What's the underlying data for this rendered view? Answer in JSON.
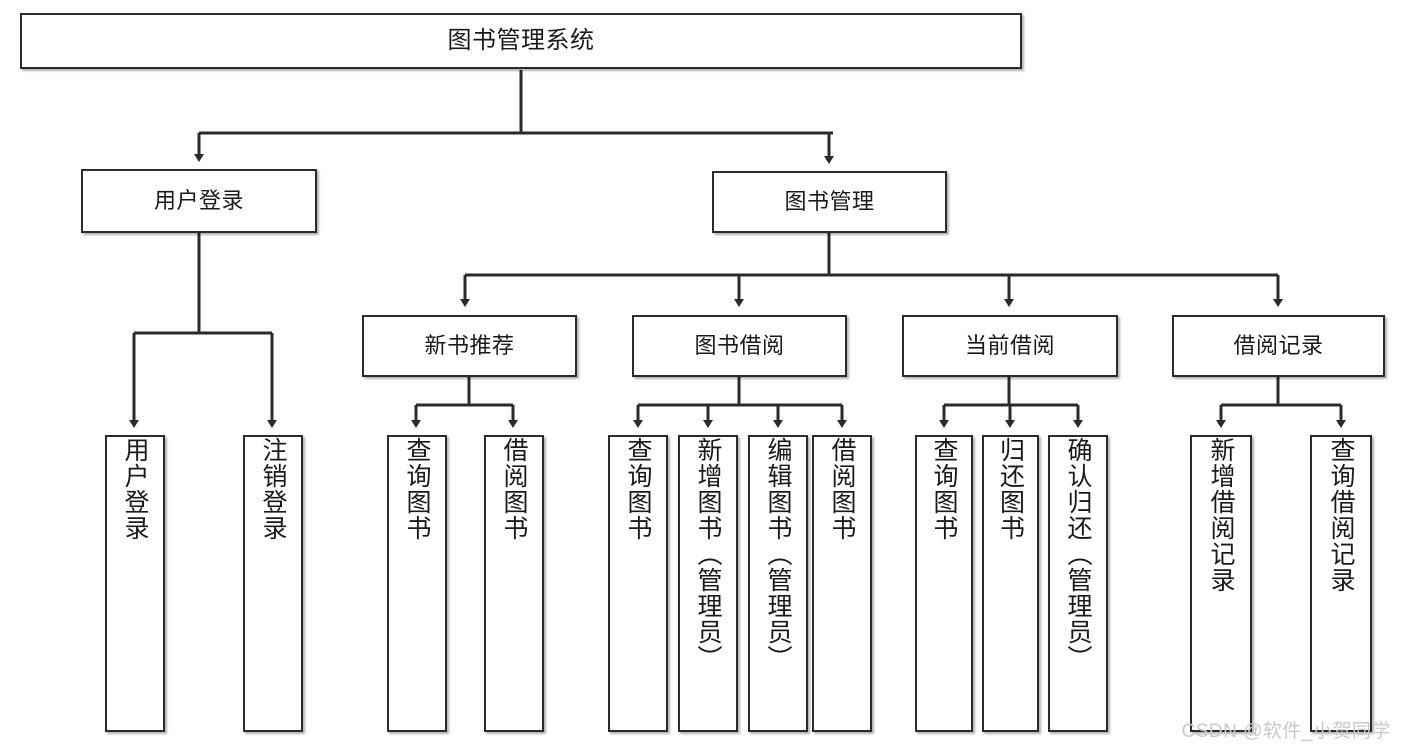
{
  "diagram": {
    "title": "图书管理系统",
    "type": "tree",
    "levels": 4,
    "colors": {
      "box_border": "#2b2b2b",
      "box_fill": "#ffffff",
      "connector": "#2b2b2b",
      "text": "#1a1a1a",
      "watermark": "#c9c9c9"
    },
    "nodes": {
      "root": {
        "label": "图书管理系统"
      },
      "level2": [
        {
          "id": "user-login",
          "label": "用户登录"
        },
        {
          "id": "book-manage",
          "label": "图书管理"
        }
      ],
      "level3": [
        {
          "id": "new-book-rec",
          "label": "新书推荐"
        },
        {
          "id": "book-borrow",
          "label": "图书借阅"
        },
        {
          "id": "current-borrow",
          "label": "当前借阅"
        },
        {
          "id": "borrow-record",
          "label": "借阅记录"
        }
      ],
      "leaves": {
        "user-login": [
          {
            "id": "leaf-user-login",
            "label": "用户登录"
          },
          {
            "id": "leaf-logout",
            "label": "注销登录"
          }
        ],
        "new-book-rec": [
          {
            "id": "leaf-query-book-1",
            "label": "查询图书"
          },
          {
            "id": "leaf-borrow-book-1",
            "label": "借阅图书"
          }
        ],
        "book-borrow": [
          {
            "id": "leaf-query-book-2",
            "label": "查询图书"
          },
          {
            "id": "leaf-add-book",
            "label": "新增图书（管理员）"
          },
          {
            "id": "leaf-edit-book",
            "label": "编辑图书（管理员）"
          },
          {
            "id": "leaf-borrow-book-2",
            "label": "借阅图书"
          }
        ],
        "current-borrow": [
          {
            "id": "leaf-query-book-3",
            "label": "查询图书"
          },
          {
            "id": "leaf-return-book",
            "label": "归还图书"
          },
          {
            "id": "leaf-confirm-return",
            "label": "确认归还（管理员）"
          }
        ],
        "borrow-record": [
          {
            "id": "leaf-add-record",
            "label": "新增借阅记录"
          },
          {
            "id": "leaf-query-record",
            "label": "查询借阅记录"
          }
        ]
      }
    }
  },
  "watermark": {
    "text": "CSDN @软件_小贺同学"
  }
}
